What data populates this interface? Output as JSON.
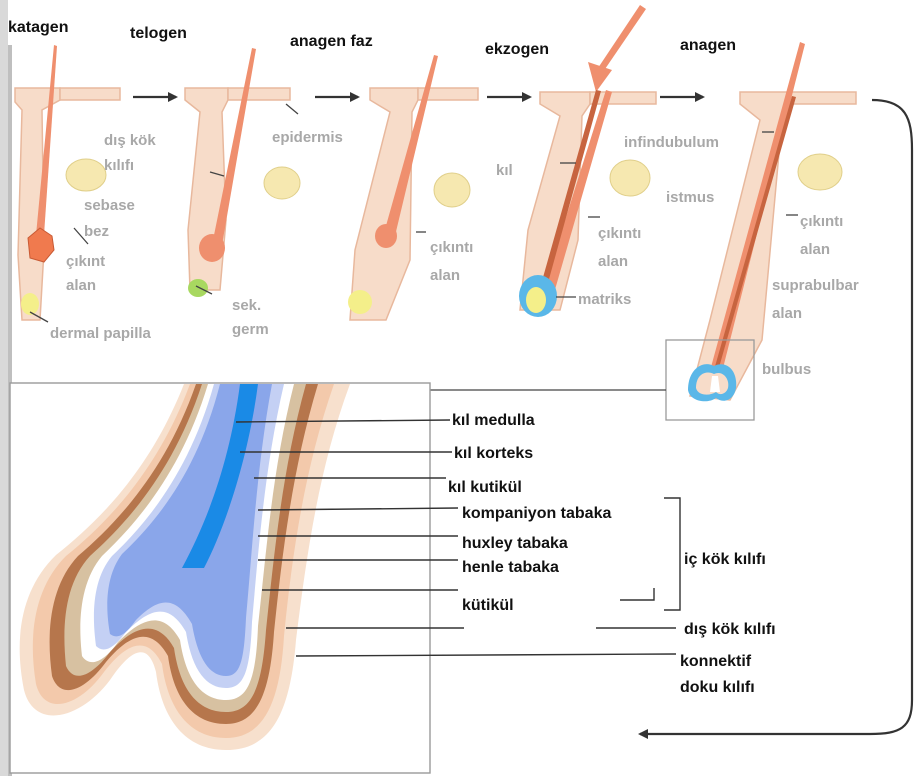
{
  "colors": {
    "skin": "#f7dcc9",
    "skin_edge": "#e8b89d",
    "gland": "#f6e8b0",
    "hair_shaft": "#ef8f6e",
    "medulla": "#1a8ae6",
    "cortex": "#8aa6ea",
    "cuticle": "#c4d0f4",
    "companion_layer": "#ffffff",
    "huxley_layer": "#d7c1a1",
    "henle_layer": "#b6764c",
    "outer_root_sheath": "#f3c9ab",
    "connective_sheath": "#f7e0cd",
    "bulb_ring": "#5ab7e8",
    "papilla": "#f4ef8a",
    "secondary_germ": "#a8d860",
    "catagen_club": "#f07a4e"
  },
  "stages": [
    {
      "name": "katagen"
    },
    {
      "name": "telogen"
    },
    {
      "name": "anagen faz"
    },
    {
      "name": "ekzogen"
    },
    {
      "name": "anagen"
    }
  ],
  "labels": {
    "dis_kok_line1": "dış kök",
    "dis_kok_line2": "kılıfı",
    "sebase": "sebase",
    "bez": "bez",
    "cikinti_a": "çıkınt",
    "alan_a": "alan",
    "dermal_papilla": "dermal papilla",
    "epidermis": "epidermis",
    "sek": "sek.",
    "germ": "germ",
    "kil": "kıl",
    "cikinti_b": "çıkıntı",
    "alan_b": "alan",
    "cikinti_c": "çıkıntı",
    "alan_c": "alan",
    "matriks": "matriks",
    "infindubulum": "infindubulum",
    "istmus": "istmus",
    "cikinti_d": "çıkıntı",
    "alan_d": "alan",
    "suprabulbar_1": "suprabulbar",
    "suprabulbar_2": "alan",
    "bulbus": "bulbus"
  },
  "layers": {
    "kil_medulla": "kıl medulla",
    "kil_korteks": "kıl korteks",
    "kil_kutikul": "kıl kutikül",
    "kompaniyon_tabaka": "kompaniyon tabaka",
    "huxley_tabaka": "huxley tabaka",
    "henle_tabaka": "henle tabaka",
    "kutikul": "kütikül",
    "ic_kok_kilifi": "iç kök kılıfı",
    "dis_kok_kilifi": "dış kök kılıfı",
    "konnektif_1": "konnektif",
    "konnektif_2": "doku kılıfı"
  }
}
